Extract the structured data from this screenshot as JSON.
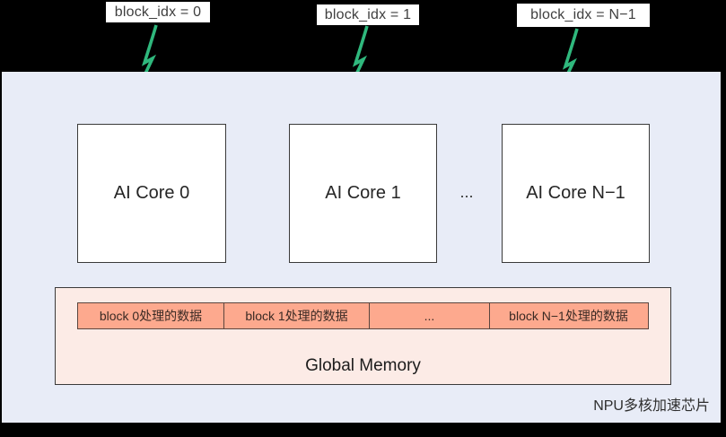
{
  "diagram_title": "NPU多核加速芯片",
  "callouts": [
    {
      "text": "block_idx = 0"
    },
    {
      "text": "block_idx = 1"
    },
    {
      "text": "block_idx = N−1"
    }
  ],
  "cores": {
    "items": [
      {
        "label": "AI Core 0"
      },
      {
        "label": "AI Core 1"
      },
      {
        "label": "AI Core N−1"
      }
    ],
    "ellipsis": "..."
  },
  "memory": {
    "title": "Global Memory",
    "cells": [
      {
        "label": "block 0处理的数据"
      },
      {
        "label": "block 1处理的数据"
      },
      {
        "label": "..."
      },
      {
        "label": "block N−1处理的数据"
      }
    ]
  },
  "chip_label": "NPU多核加速芯片",
  "colors": {
    "background": "#000000",
    "chip_panel": "#e8ecf7",
    "core_fill": "#ffffff",
    "core_border": "#3a3a3a",
    "memory_fill": "#fcebe6",
    "memory_border": "#3a3a3a",
    "memory_cell_fill": "#fda98e",
    "memory_cell_border": "#5a453e",
    "arrow_green": "#2fb87d",
    "callout_bg": "#ffffff",
    "callout_text": "#3f3f3f"
  }
}
